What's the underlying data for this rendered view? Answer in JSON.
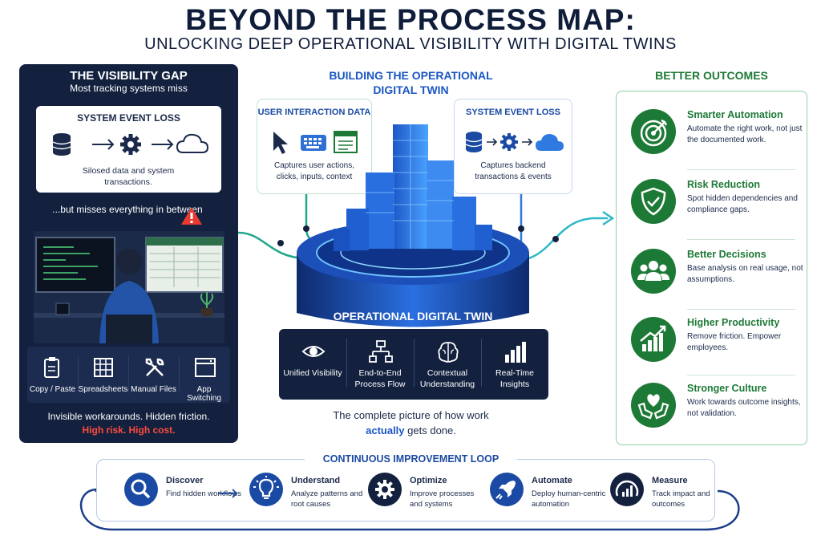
{
  "header": {
    "title": "BEYOND THE PROCESS MAP:",
    "subtitle": "UNLOCKING DEEP OPERATIONAL VISIBILITY WITH DIGITAL TWINS"
  },
  "left_panel": {
    "title": "THE VISIBILITY GAP",
    "subtitle": "Most tracking systems miss",
    "card": {
      "title": "SYSTEM EVENT LOSS",
      "description": "Silosed data and system transactions.",
      "icons": [
        "database-icon",
        "gear-icon",
        "cloud-icon"
      ]
    },
    "misses_text": "...but misses everything in between",
    "tools": [
      {
        "label": "Copy / Paste",
        "icon": "clipboard-icon"
      },
      {
        "label": "Spreadsheets",
        "icon": "spreadsheet-icon"
      },
      {
        "label": "Manual Files",
        "icon": "tools-icon"
      },
      {
        "label": "App Switching",
        "icon": "window-icon"
      }
    ],
    "bottom_line1": "Invisible workarounds. Hidden friction.",
    "bottom_line2": "High risk. High cost."
  },
  "center": {
    "title": "BUILDING THE OPERATIONAL DIGITAL TWIN",
    "user_card": {
      "title": "USER INTERACTION DATA",
      "description": "Captures user actions, clicks, inputs, context"
    },
    "system_card": {
      "title": "SYSTEM EVENT LOSS",
      "description": "Captures backend transactions & events"
    },
    "twin_label": "OPERATIONAL DIGITAL TWIN",
    "features": [
      {
        "label": "Unified Visibility",
        "icon": "eye-icon"
      },
      {
        "label": "End-to-End Process Flow",
        "icon": "flowchart-icon"
      },
      {
        "label": "Contextual Understanding",
        "icon": "brain-icon"
      },
      {
        "label": "Real-Time Insights",
        "icon": "bar-chart-icon"
      }
    ],
    "complete_pre": "The complete picture of how work",
    "complete_em": "actually",
    "complete_post": "gets done."
  },
  "right_panel": {
    "title": "BETTER OUTCOMES",
    "outcomes": [
      {
        "title": "Smarter Automation",
        "description": "Automate the right work, not just the documented work.",
        "icon": "target-icon"
      },
      {
        "title": "Risk Reduction",
        "description": "Spot hidden dependencies and compliance gaps.",
        "icon": "shield-icon"
      },
      {
        "title": "Better Decisions",
        "description": "Base analysis on real usage, not assumptions.",
        "icon": "people-icon"
      },
      {
        "title": "Higher Productivity",
        "description": "Remove friction. Empower employees.",
        "icon": "growth-chart-icon"
      },
      {
        "title": "Stronger Culture",
        "description": "Work towards outcome insights, not validation.",
        "icon": "heart-hands-icon"
      }
    ]
  },
  "loop": {
    "title": "CONTINUOUS IMPROVEMENT LOOP",
    "steps": [
      {
        "title": "Discover",
        "description": "Find hidden workflows",
        "icon": "magnifier-icon"
      },
      {
        "title": "Understand",
        "description": "Analyze patterns and root causes",
        "icon": "lightbulb-icon"
      },
      {
        "title": "Optimize",
        "description": "Improve processes and systems",
        "icon": "gear-icon"
      },
      {
        "title": "Automate",
        "description": "Deploy human-centric automation",
        "icon": "rocket-icon"
      },
      {
        "title": "Measure",
        "description": "Track impact and outcomes",
        "icon": "gauge-icon"
      }
    ]
  },
  "colors": {
    "navy": "#13213f",
    "blue": "#1a56c4",
    "green": "#1d7a36",
    "red": "#ff4a3d"
  }
}
